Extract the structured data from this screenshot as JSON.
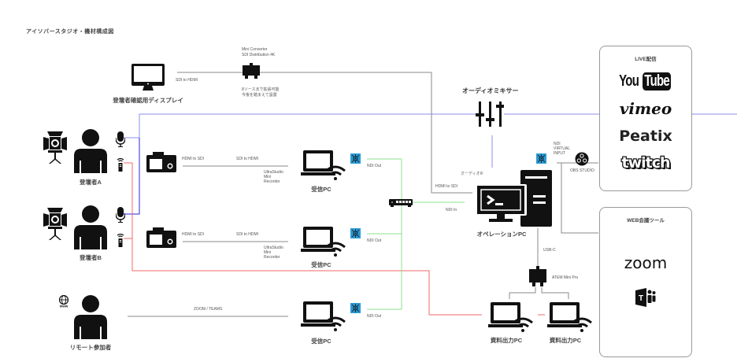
{
  "title": "アイソバースタジオ・機材構成図",
  "display": {
    "name": "登壇者確認用ディスプレイ",
    "link_label": "SDI to HDMI"
  },
  "converter": {
    "label_line1": "Mini Converter",
    "label_line2": "SDI Distribution 4K",
    "note_line1": "8ソースまで拡張可能",
    "note_line2": "今後を踏まえて設置"
  },
  "mixer": {
    "name": "オーディオミキサー",
    "if_label": "オーディオIF"
  },
  "speakers": [
    {
      "name": "登壇者A"
    },
    {
      "name": "登壇者B"
    }
  ],
  "remote": {
    "name": "リモート参加者",
    "link_label": "ZOOM / TEAMS",
    "globe_text": "www"
  },
  "camera_links": [
    {
      "left_label": "HDMI to SDI",
      "right_label": "SDI to HDMI",
      "device_line1": "UltraStudio",
      "device_line2": "Mini",
      "device_line3": "Recorder"
    },
    {
      "left_label": "HDMI to SDI",
      "right_label": "SDI to HDMI",
      "device_line1": "UltraStudio",
      "device_line2": "Mini",
      "device_line3": "Recorder"
    }
  ],
  "receivers": [
    {
      "name": "受信PC",
      "ndi_label": "NDI Out"
    },
    {
      "name": "受信PC",
      "ndi_label": "NDI Out"
    },
    {
      "name": "受信PC",
      "ndi_label": "NDI Out"
    }
  ],
  "operation": {
    "name": "オペレーションPC",
    "hdmi_label": "HDMI to SDI",
    "ndi_in_label": "NDI In",
    "usb_label": "USB-C",
    "ndi_virtual_line1": "NDI",
    "ndi_virtual_line2": "VIRTUAL",
    "ndi_virtual_line3": "INPUT",
    "obs_label": "OBS STUDIO"
  },
  "atem": {
    "label": "ATEM Mini Pro"
  },
  "material_pcs": [
    {
      "name": "資料出力PC"
    },
    {
      "name": "資料出力PC"
    }
  ],
  "live_panel": {
    "title": "LIVE配信",
    "logos": [
      "YouTube",
      "vimeo",
      "Peatix",
      "twitch"
    ],
    "youtube_you": "You",
    "youtube_tube": "Tube"
  },
  "web_panel": {
    "title": "WEB会議ツール",
    "logos": [
      "zoom",
      "Teams"
    ],
    "teams_letter": "T"
  },
  "colors": {
    "audio_line": "#8c8cf0",
    "audio_line_dark": "#2a2ae0",
    "remote_line": "#f06a6a",
    "ndi_line": "#8de08d",
    "signal_line": "#888888",
    "ndi_icon": "#2a9bd6"
  }
}
